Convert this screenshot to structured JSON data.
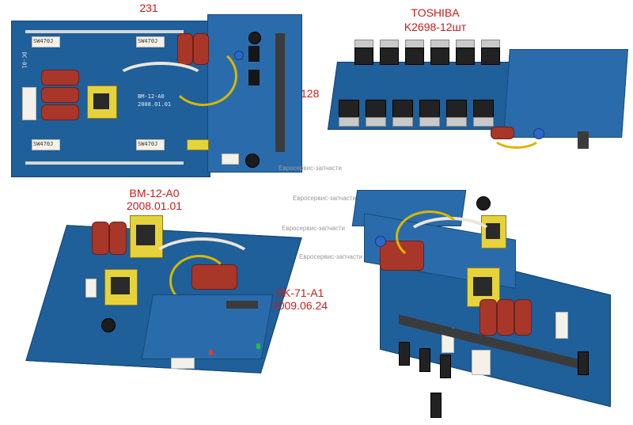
{
  "labels": {
    "top_left_header": "231",
    "top_left_side": "128",
    "top_right_brand": "TOSHIBA",
    "top_right_part": "K2698-12шт",
    "bottom_left_model": "BM-12-A0",
    "bottom_left_date": "2008.01.01",
    "bottom_mid_model": "BK-71-A1",
    "bottom_mid_date": "2009.06.24"
  },
  "watermarks": [
    "Евросервис-запчасти",
    "Евросервис-запчасти",
    "Евросервис-запчасти",
    "Евросервис-запчасти"
  ],
  "board_silkscreen": {
    "resistor_label": "SW470J",
    "ctrl_board_model": "BM-12-A0",
    "ctrl_board_date": "2008.01.01",
    "sticker": "DC-01"
  },
  "colors": {
    "label_red": "#cc1b1b",
    "pcb_blue": "#1f5f9a",
    "capacitor_red": "#a8372a",
    "transformer_yellow": "#e6d23a"
  }
}
